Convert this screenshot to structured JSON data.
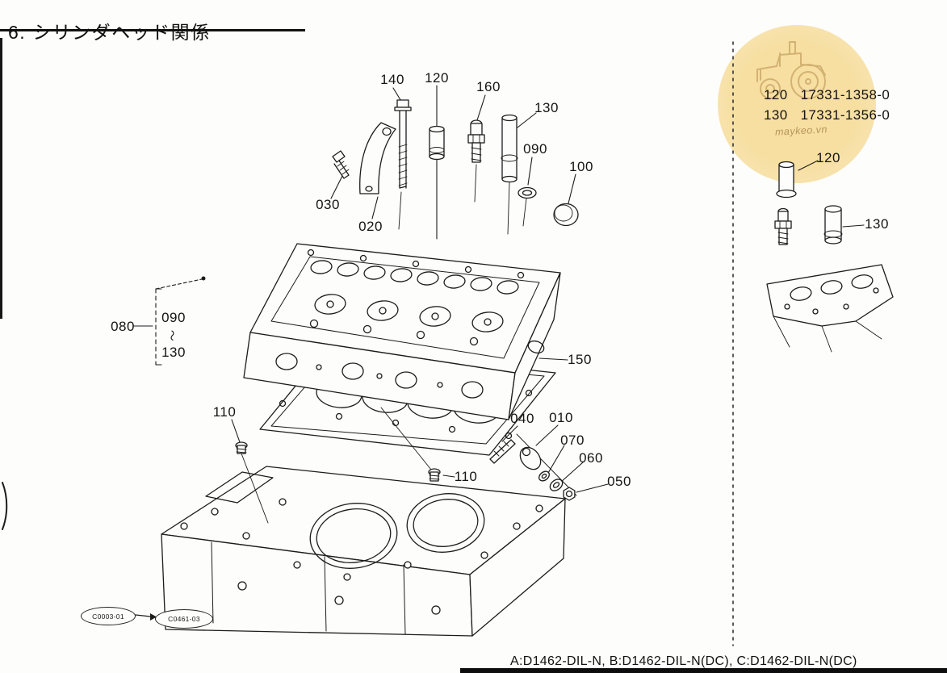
{
  "page": {
    "title": "6. シリンダヘッド関係",
    "footer_models": "A:D1462-DIL-N, B:D1462-DIL-N(DC), C:D1462-DIL-N(DC)"
  },
  "watermark": {
    "site": "maykeo.vn"
  },
  "colors": {
    "highlight": "#f7dfa2",
    "watermark_line": "#c9a768",
    "ink": "#1c1c1c"
  },
  "diagram": {
    "callouts": {
      "c030": "030",
      "c020": "020",
      "c140": "140",
      "c120": "120",
      "c160": "160",
      "c130": "130",
      "c090": "090",
      "c100": "100",
      "c080": "080",
      "c090b": "090",
      "range_tilde": "〜",
      "c130b": "130",
      "c110a": "110",
      "c150": "150",
      "c110b": "110",
      "c040": "040",
      "c010": "010",
      "c070": "070",
      "c060": "060",
      "c050": "050"
    }
  },
  "right_panel": {
    "parts": [
      {
        "ref": "120",
        "number": "17331-1358-0"
      },
      {
        "ref": "130",
        "number": "17331-1356-0"
      }
    ],
    "callout_120": "120",
    "callout_130": "130"
  },
  "stamps": {
    "left": "C0003-01",
    "right": "C0461-03"
  }
}
